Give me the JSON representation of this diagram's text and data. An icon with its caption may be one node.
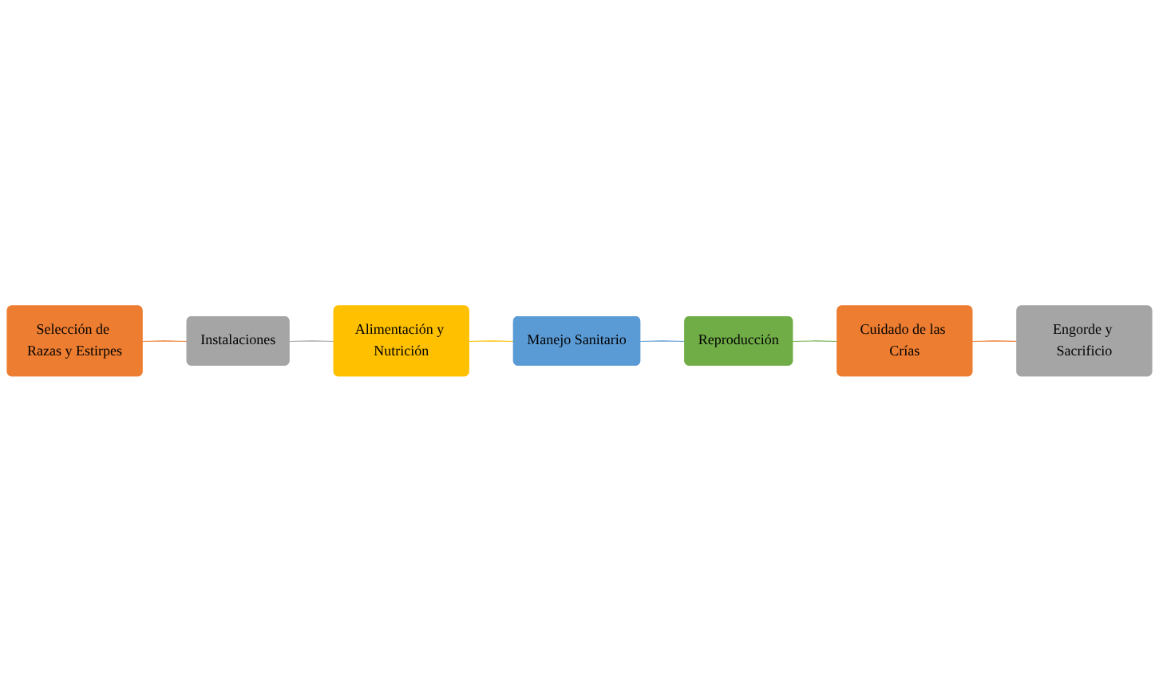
{
  "diagram": {
    "nodes": [
      {
        "text": [
          "Selección de Razas y Estirpes"
        ]
      },
      {
        "text": [
          "Instalaciones"
        ]
      },
      {
        "text": [
          "Alimentación y Nutrición"
        ]
      },
      {
        "text": [
          "Manejo Sanitario"
        ]
      },
      {
        "text": [
          "Reproducción"
        ]
      },
      {
        "text": [
          "Cuidado de las Crías"
        ]
      },
      {
        "text": [
          "Engorde y Sacrificio"
        ]
      }
    ],
    "edges": [
      {
        "from": 0,
        "to": 1,
        "arrow": "none",
        "color": "#ed7d31"
      },
      {
        "from": 1,
        "to": 2,
        "arrow": "none",
        "color": "#a5a5a5"
      },
      {
        "from": 2,
        "to": 3,
        "arrow": "none",
        "color": "#ffc000"
      },
      {
        "from": 3,
        "to": 4,
        "arrow": "none",
        "color": "#5b9bd5"
      },
      {
        "from": 4,
        "to": 5,
        "arrow": "none",
        "color": "#70ad47"
      },
      {
        "from": 5,
        "to": 6,
        "arrow": "none",
        "color": "#ed7d31"
      }
    ]
  }
}
